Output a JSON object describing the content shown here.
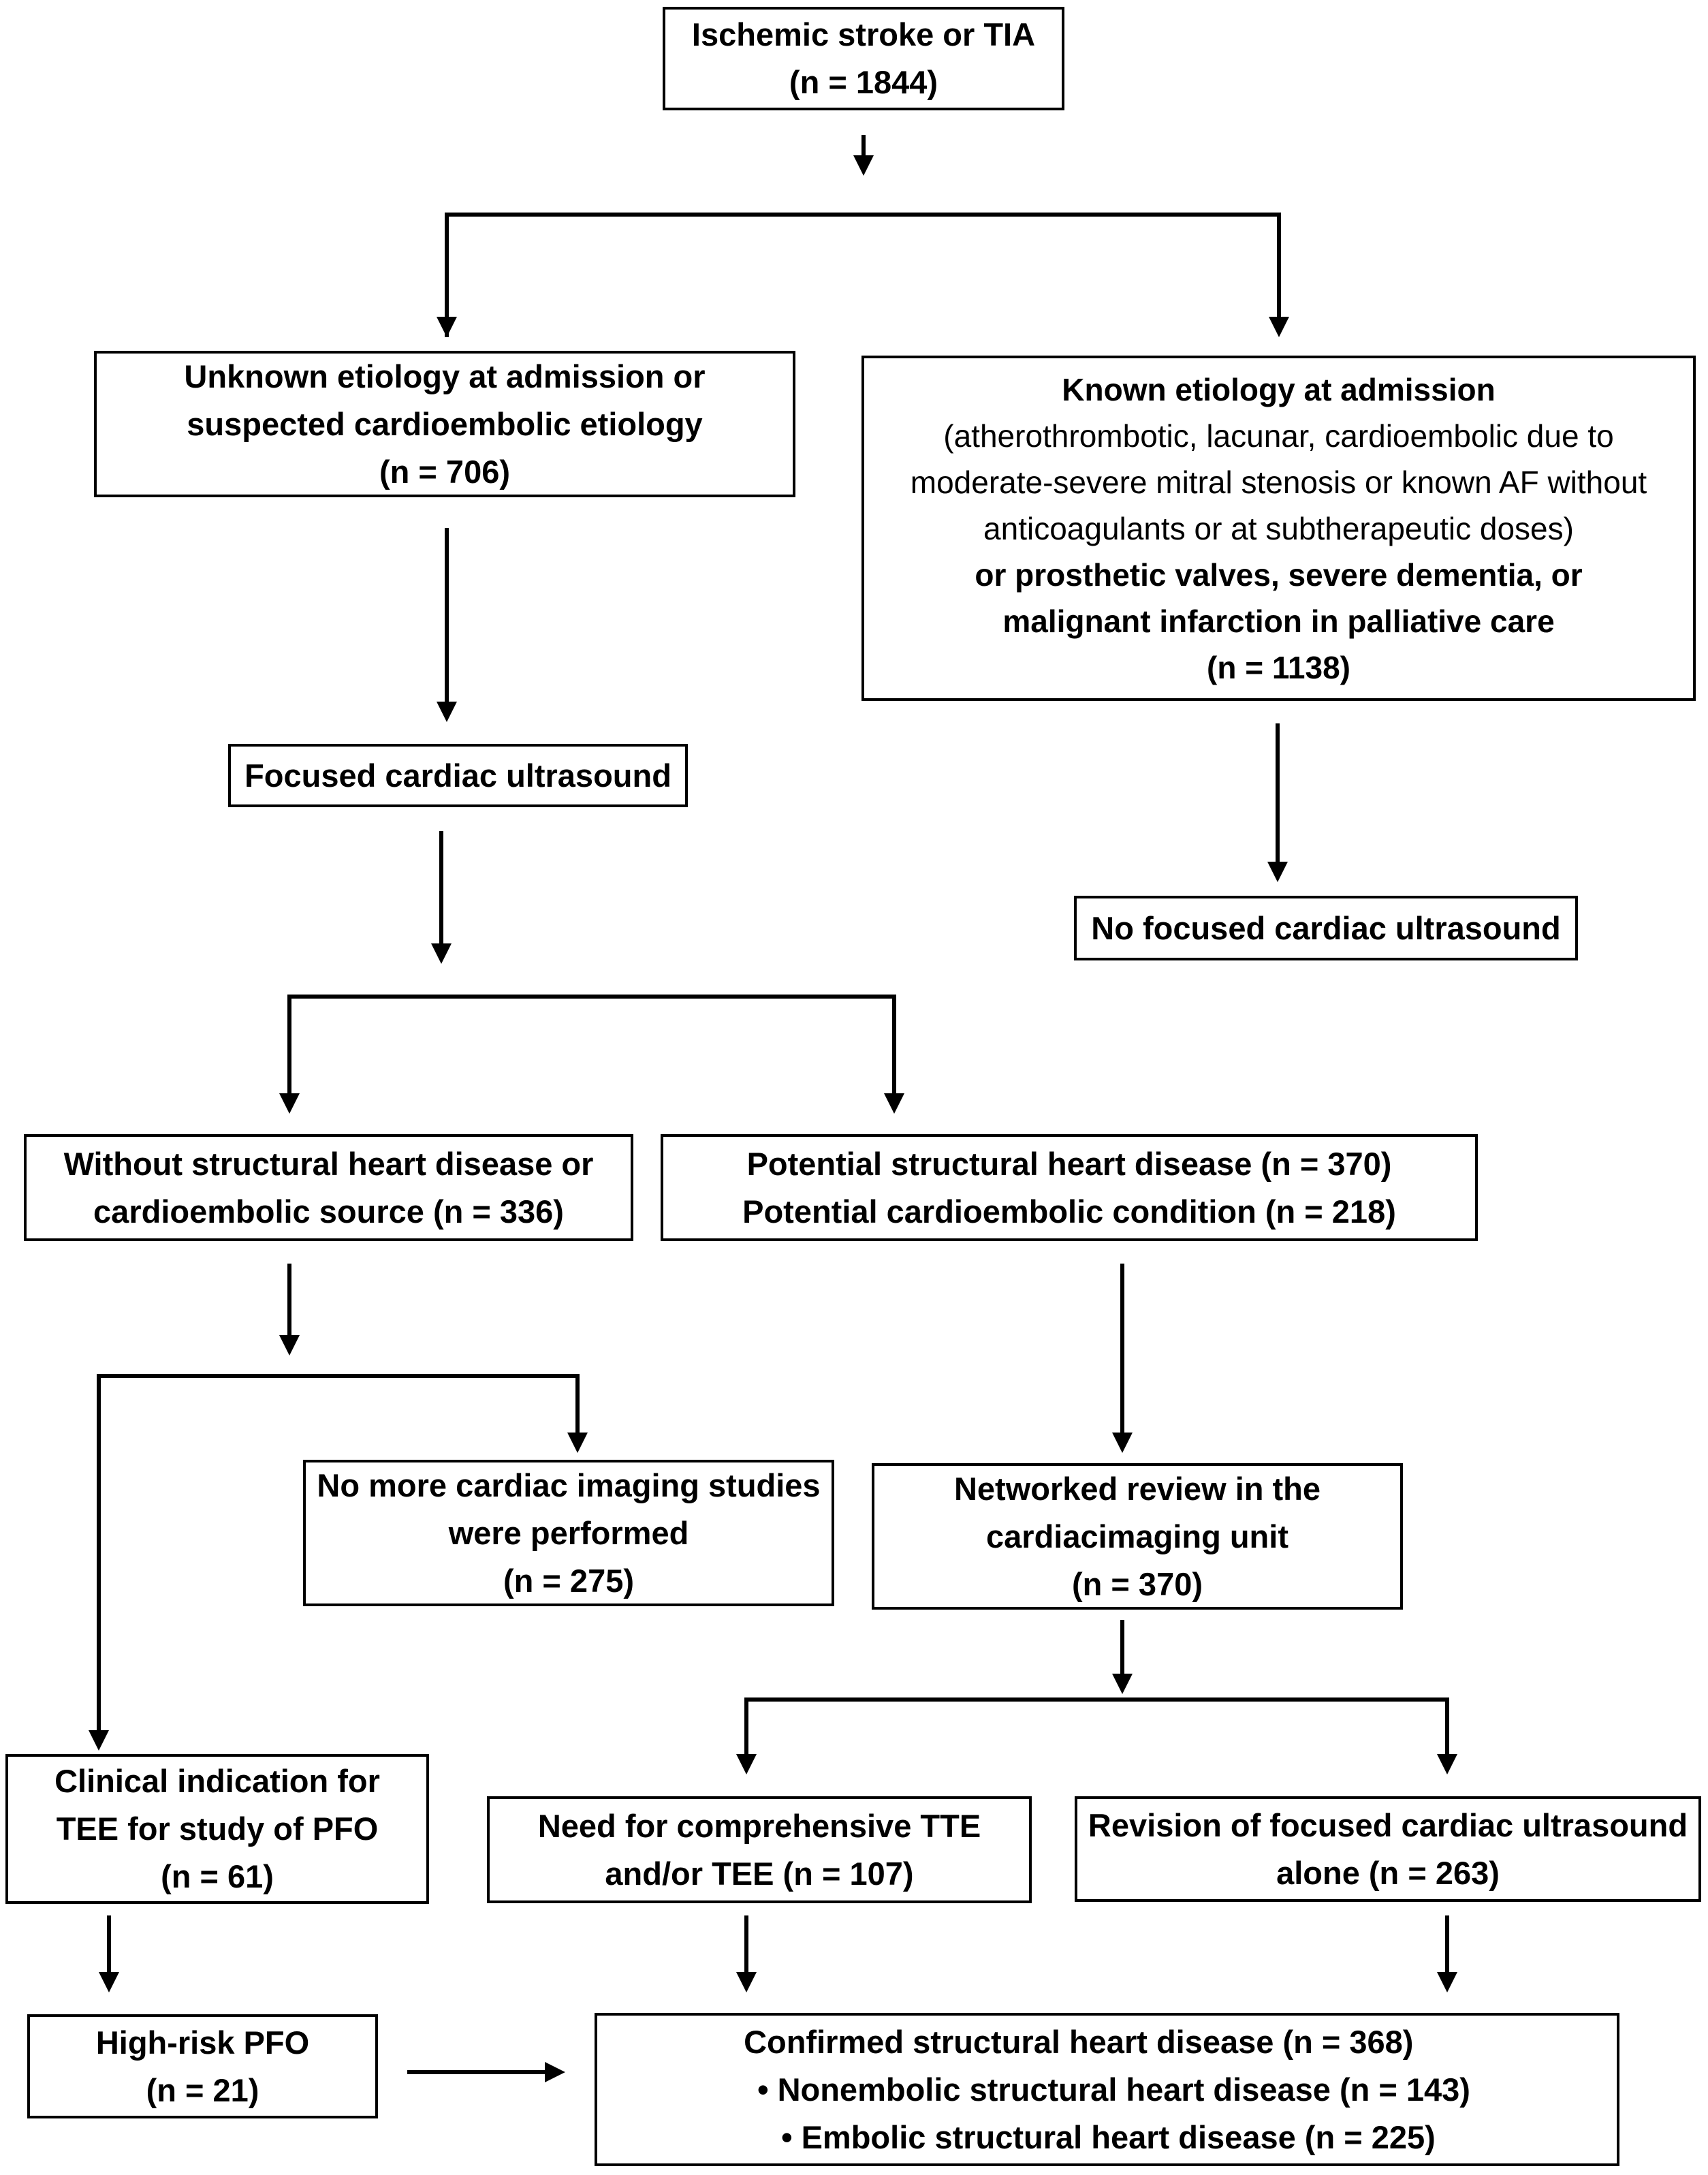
{
  "nodes": {
    "stroke": {
      "line1": "Ischemic stroke or TIA",
      "line2": "(n = 1844)"
    },
    "unknown": {
      "line1": "Unknown etiology at admission or",
      "line2": "suspected cardioembolic etiology",
      "line3": "(n = 706)"
    },
    "known": {
      "line1": "Known etiology at admission",
      "line2": "(atherothrombotic, lacunar, cardioembolic due to",
      "line3": "moderate-severe mitral stenosis or known AF without",
      "line4": "anticoagulants or at subtherapeutic doses)",
      "line5": "or prosthetic valves, severe dementia, or",
      "line6": "malignant infarction in palliative care",
      "line7": "(n = 1138)"
    },
    "focused": {
      "line1": "Focused cardiac ultrasound"
    },
    "no_focused": {
      "line1": "No focused cardiac ultrasound"
    },
    "without": {
      "line1": "Without structural heart disease or",
      "line2": "cardioembolic source (n = 336)"
    },
    "potential": {
      "line1": "Potential structural heart disease (n = 370)",
      "line2": "Potential cardioembolic condition (n = 218)"
    },
    "no_more": {
      "line1": "No more cardiac imaging studies",
      "line2": "were performed",
      "line3": "(n = 275)"
    },
    "networked": {
      "line1": "Networked review in the",
      "line2": "cardiacimaging unit",
      "line3": "(n = 370)"
    },
    "clinical": {
      "line1": "Clinical indication for",
      "line2": "TEE for study of PFO",
      "line3": "(n = 61)"
    },
    "comprehensive": {
      "line1": "Need for comprehensive TTE",
      "line2": "and/or TEE (n = 107)"
    },
    "revision": {
      "line1": "Revision of focused cardiac ultrasound",
      "line2": "alone (n = 263)"
    },
    "highrisk": {
      "line1": "High-risk PFO",
      "line2": "(n = 21)"
    },
    "confirmed": {
      "line1": "Confirmed structural heart disease (n = 368)",
      "bullet1": "• Nonembolic structural heart disease (n = 143)",
      "bullet2": "• Embolic structural heart disease (n = 225)"
    }
  }
}
